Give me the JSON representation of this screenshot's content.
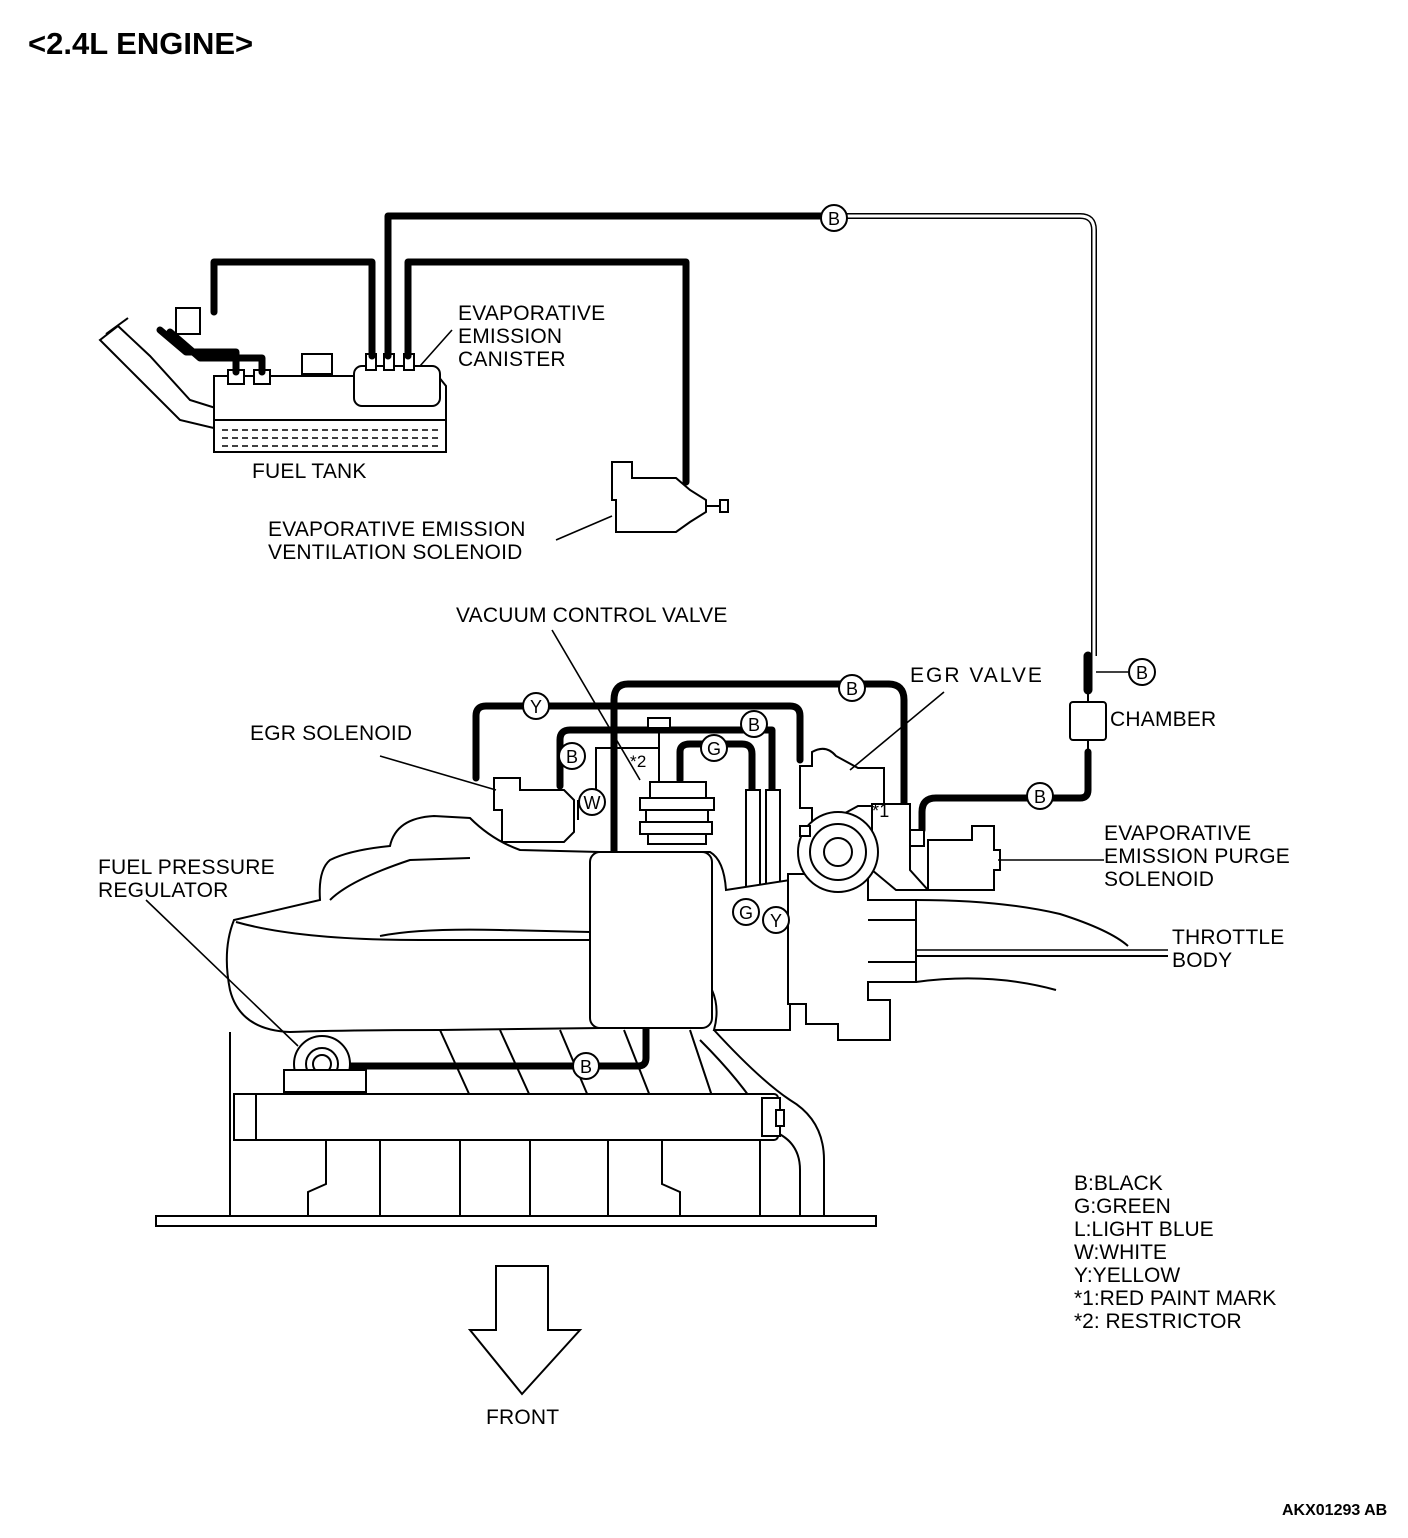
{
  "title": "<2.4L ENGINE>",
  "figure_code": "AKX01293 AB",
  "labels": {
    "evap_canister": "EVAPORATIVE\nEMISSION\nCANISTER",
    "fuel_tank": "FUEL TANK",
    "evap_vent_solenoid": "EVAPORATIVE EMISSION\nVENTILATION SOLENOID",
    "vacuum_control_valve": "VACUUM CONTROL VALVE",
    "egr_valve": "EGR VALVE",
    "chamber": "CHAMBER",
    "egr_solenoid": "EGR SOLENOID",
    "fuel_pressure_regulator": "FUEL PRESSURE\nREGULATOR",
    "evap_purge_solenoid": "EVAPORATIVE\nEMISSION PURGE\nSOLENOID",
    "throttle_body": "THROTTLE\nBODY",
    "front": "FRONT",
    "mark1": "*1",
    "mark2": "*2"
  },
  "hose_tags": {
    "top_b": "B",
    "chamber_b": "B",
    "purge_b": "B",
    "egr_b1": "B",
    "egr_b2": "B",
    "y1": "Y",
    "sol_b": "B",
    "w": "W",
    "g1": "G",
    "g2": "G",
    "y2": "Y",
    "reg_b": "B"
  },
  "legend": [
    "B:BLACK",
    "G:GREEN",
    "L:LIGHT BLUE",
    "W:WHITE",
    "Y:YELLOW",
    "*1:RED PAINT MARK",
    "*2: RESTRICTOR"
  ]
}
